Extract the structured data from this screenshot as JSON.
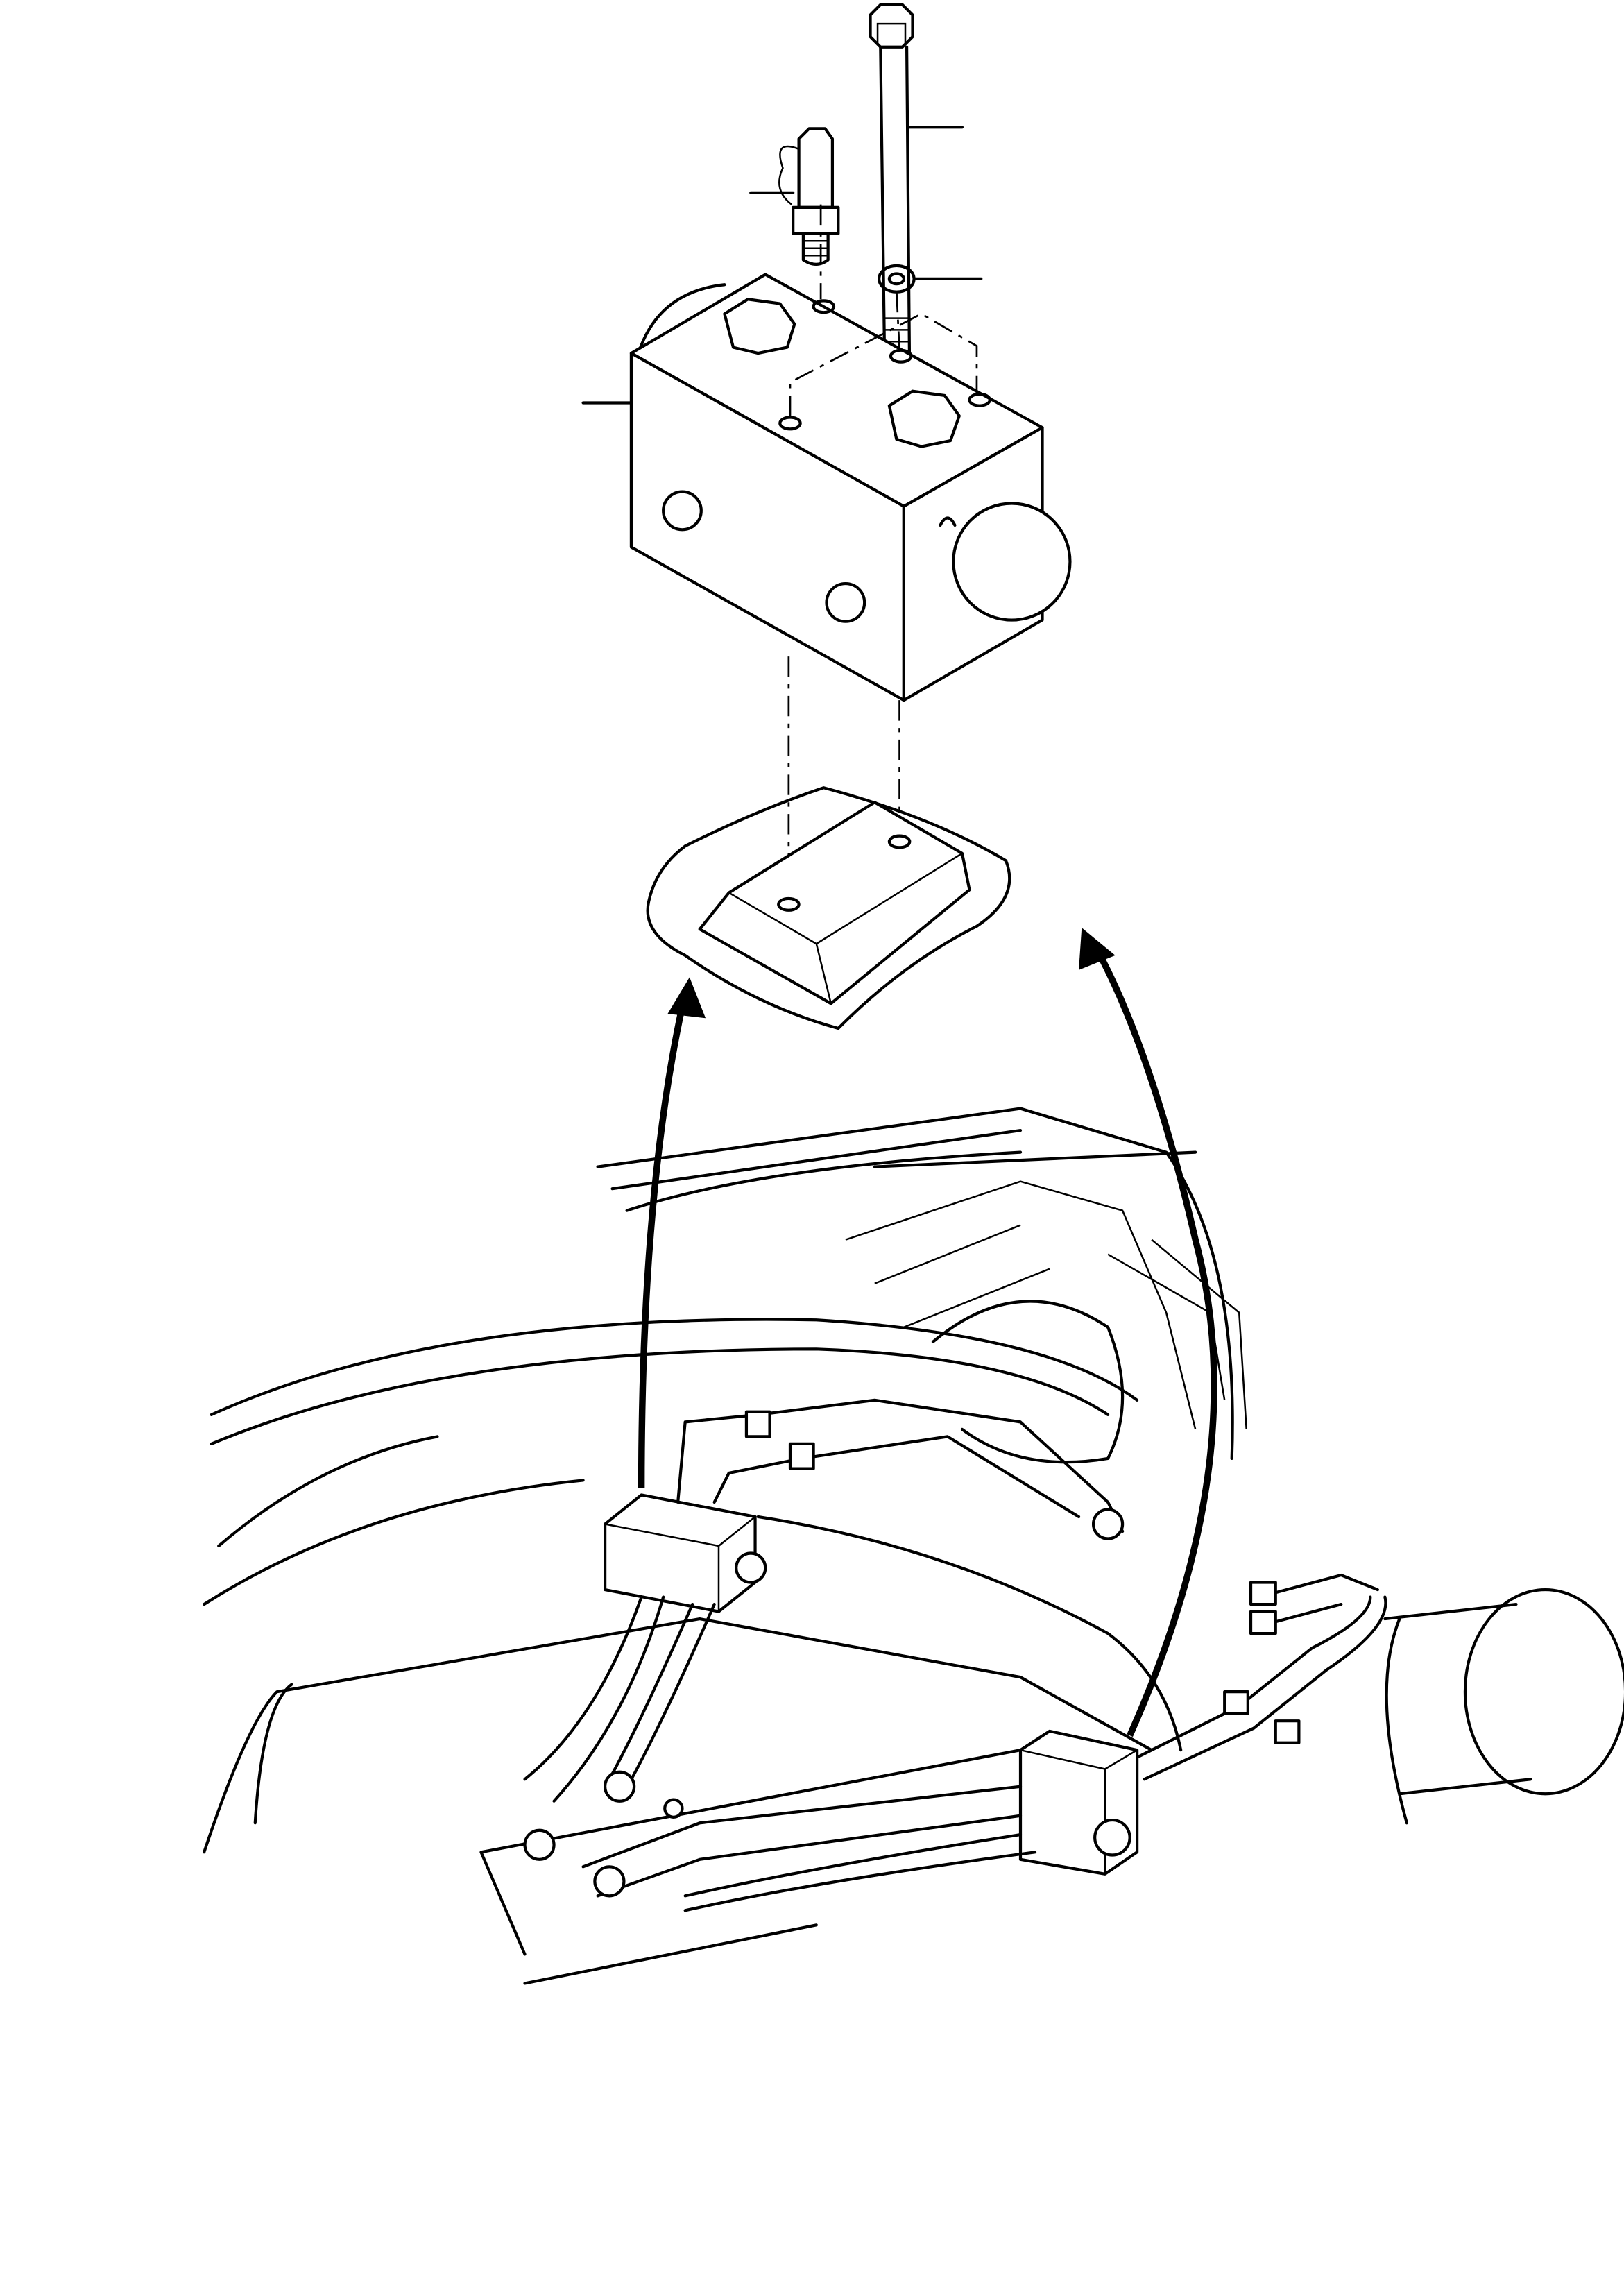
{
  "colors": {
    "line": "#000000",
    "background": "#ffffff"
  },
  "parts": [
    {
      "name": "bolt"
    },
    {
      "name": "washer"
    },
    {
      "name": "test-fitting"
    },
    {
      "name": "valve-block"
    },
    {
      "name": "mounting-pad"
    }
  ]
}
